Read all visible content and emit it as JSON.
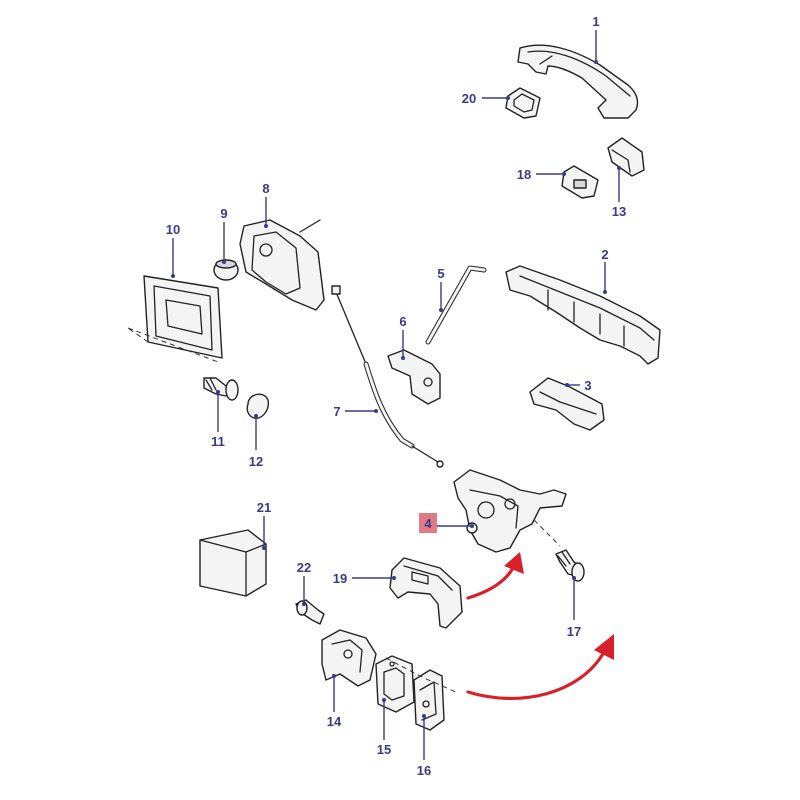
{
  "callouts": [
    {
      "id": "1",
      "text": "1"
    },
    {
      "id": "2",
      "text": "2"
    },
    {
      "id": "3",
      "text": "3"
    },
    {
      "id": "4",
      "text": "4"
    },
    {
      "id": "5",
      "text": "5"
    },
    {
      "id": "6",
      "text": "6"
    },
    {
      "id": "7",
      "text": "7"
    },
    {
      "id": "8",
      "text": "8"
    },
    {
      "id": "9",
      "text": "9"
    },
    {
      "id": "10",
      "text": "10"
    },
    {
      "id": "11",
      "text": "11"
    },
    {
      "id": "12",
      "text": "12"
    },
    {
      "id": "13",
      "text": "13"
    },
    {
      "id": "14",
      "text": "14"
    },
    {
      "id": "15",
      "text": "15"
    },
    {
      "id": "16",
      "text": "16"
    },
    {
      "id": "17",
      "text": "17"
    },
    {
      "id": "18",
      "text": "18"
    },
    {
      "id": "19",
      "text": "19"
    },
    {
      "id": "20",
      "text": "20"
    },
    {
      "id": "21",
      "text": "21"
    },
    {
      "id": "22",
      "text": "22"
    }
  ],
  "colors": {
    "callout": "#3a3a8a",
    "highlight": "#e07a86",
    "arrow": "#d8202a",
    "line": "#222222"
  }
}
